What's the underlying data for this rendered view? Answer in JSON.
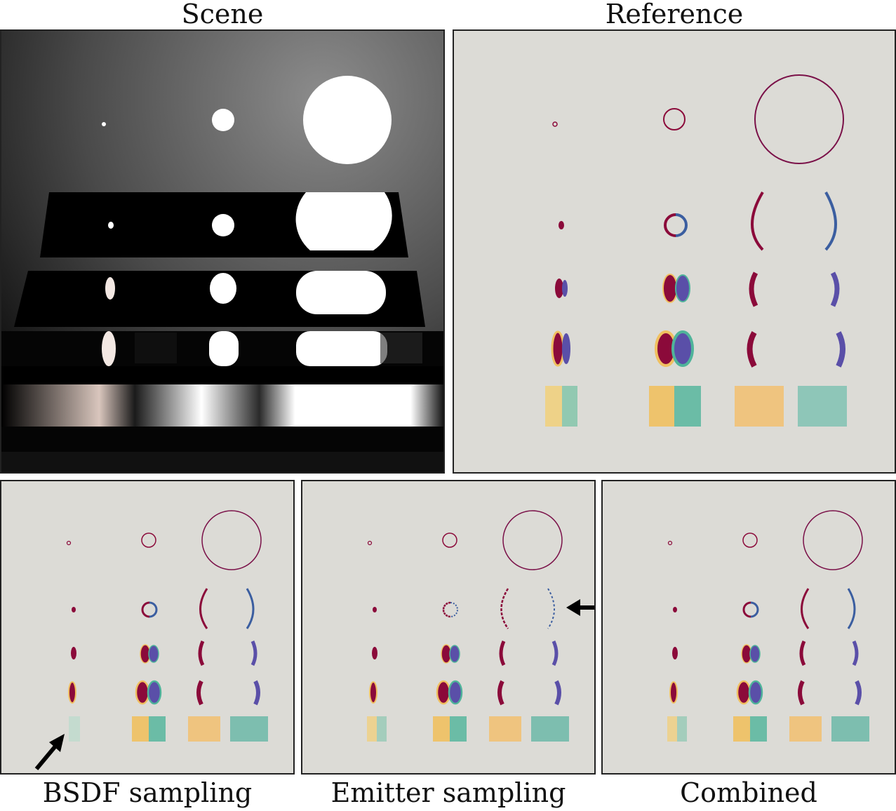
{
  "captions": {
    "scene": "Scene",
    "reference": "Reference",
    "bsdf": "BSDF sampling",
    "emitter": "Emitter sampling",
    "combined": "Combined"
  },
  "colors": {
    "background_gray": "#dcdbd6",
    "red": "#8b0a3a",
    "blue": "#5a4fa8",
    "yellow": "#f0c060",
    "green": "#4fb49a",
    "arrow": "#000000"
  }
}
